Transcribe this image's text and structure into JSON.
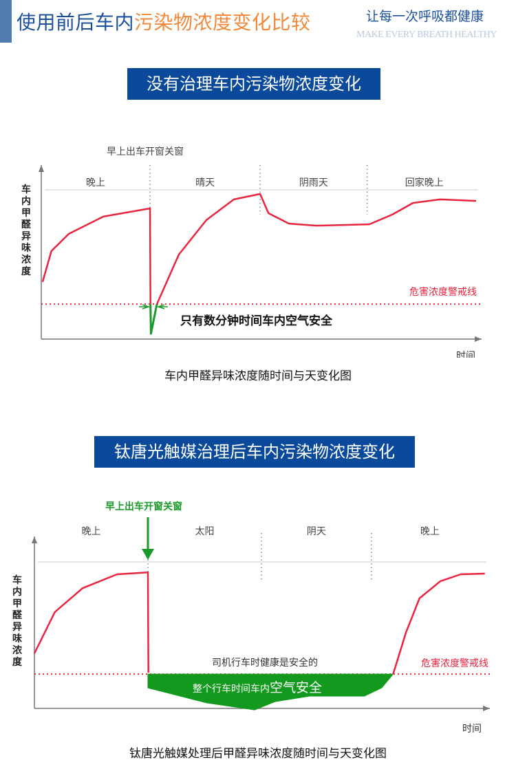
{
  "header": {
    "title_part1": "使用前后车内",
    "title_part2": "污染物浓度变化比较",
    "slogan": "让每一次呼吸都健康",
    "slogan_en": "MAKE EVERY BREATH HEALTHY"
  },
  "colors": {
    "accent_blue": "#0b4a9a",
    "orange": "#f0893b",
    "curve_red": "#e8243f",
    "safe_green": "#1a9a2a"
  },
  "chart_data": [
    {
      "type": "line",
      "banner": "没有治理车内污染物浓度变化",
      "caption": "车内甲醛异味浓度随时间与天变化图",
      "annotation_top": "早上出车开窗关窗",
      "ylabel": "车内甲醛异味浓度",
      "xlabel": "时间",
      "periods": [
        "晚上",
        "晴天",
        "阴雨天",
        "回家晚上"
      ],
      "period_dividers": [
        24.7,
        49.7,
        74
      ],
      "danger_line": {
        "label": "危害浓度警戒线",
        "value": 20.5
      },
      "safe_note": "只有数分钟时间车内空气安全",
      "xlim": [
        0,
        100
      ],
      "ylim": [
        0,
        100
      ],
      "series": [
        {
          "name": "concentration",
          "color": "#e8243f",
          "points": [
            [
              0.3,
              33.5
            ],
            [
              2.3,
              51.6
            ],
            [
              6.25,
              61.7
            ],
            [
              14.1,
              71.8
            ],
            [
              24.7,
              76.6
            ],
            [
              24.8,
              20.5
            ]
          ]
        },
        {
          "name": "safe-dip",
          "color": "#1a9a2a",
          "points": [
            [
              24.8,
              20.5
            ],
            [
              24.9,
              3.2
            ],
            [
              26.25,
              20.5
            ]
          ]
        },
        {
          "name": "concentration-2",
          "color": "#e8243f",
          "points": [
            [
              26.25,
              20.5
            ],
            [
              31.25,
              49.6
            ],
            [
              37.5,
              69.8
            ],
            [
              43.75,
              81.9
            ],
            [
              49.7,
              85.1
            ],
            [
              51.6,
              73.8
            ],
            [
              56.25,
              67.7
            ],
            [
              62.5,
              66.5
            ],
            [
              74.5,
              67.3
            ],
            [
              79.7,
              73
            ],
            [
              84.4,
              79.8
            ],
            [
              90.6,
              81.9
            ],
            [
              98.75,
              81
            ]
          ]
        }
      ]
    },
    {
      "type": "line",
      "banner": "钛唐光触媒治理后车内污染物浓度变化",
      "caption": "钛唐光触媒处理后甲醛异味浓度随时间与天变化图",
      "annotation_top": "早上出车开窗关窗",
      "ylabel": "车内甲醛异味浓度",
      "xlabel": "时间",
      "periods": [
        "晚上",
        "太阳",
        "阴天",
        "晚上"
      ],
      "period_dividers": [
        25,
        50,
        74.2
      ],
      "danger_line": {
        "label": "危害浓度警戒线",
        "value": 21.7
      },
      "safe_note": "司机行车时健康是安全的",
      "safe_area_label_1": "整个行车时间车内",
      "safe_area_label_2": "空气安全",
      "xlim": [
        0,
        100
      ],
      "ylim": [
        0,
        100
      ],
      "series": [
        {
          "name": "concentration",
          "color": "#e8243f",
          "points": [
            [
              0,
              34.8
            ],
            [
              4.5,
              60.9
            ],
            [
              10.6,
              76
            ],
            [
              18.2,
              84.8
            ],
            [
              25,
              86
            ],
            [
              25.1,
              22.6
            ]
          ]
        },
        {
          "name": "safe-area-bottom",
          "color": "#1a9a2a",
          "points": [
            [
              25,
              21.7
            ],
            [
              25,
              13
            ],
            [
              37.9,
              3.5
            ],
            [
              48.5,
              -0.9
            ],
            [
              53,
              4.3
            ],
            [
              60.6,
              7.8
            ],
            [
              72.7,
              7.8
            ],
            [
              76.5,
              13
            ],
            [
              79,
              21.7
            ]
          ]
        },
        {
          "name": "concentration-2",
          "color": "#e8243f",
          "points": [
            [
              79,
              21.7
            ],
            [
              81.8,
              47.8
            ],
            [
              84.8,
              69.6
            ],
            [
              89.4,
              80.4
            ],
            [
              93.9,
              84.8
            ],
            [
              99.2,
              85.2
            ]
          ]
        }
      ]
    }
  ]
}
